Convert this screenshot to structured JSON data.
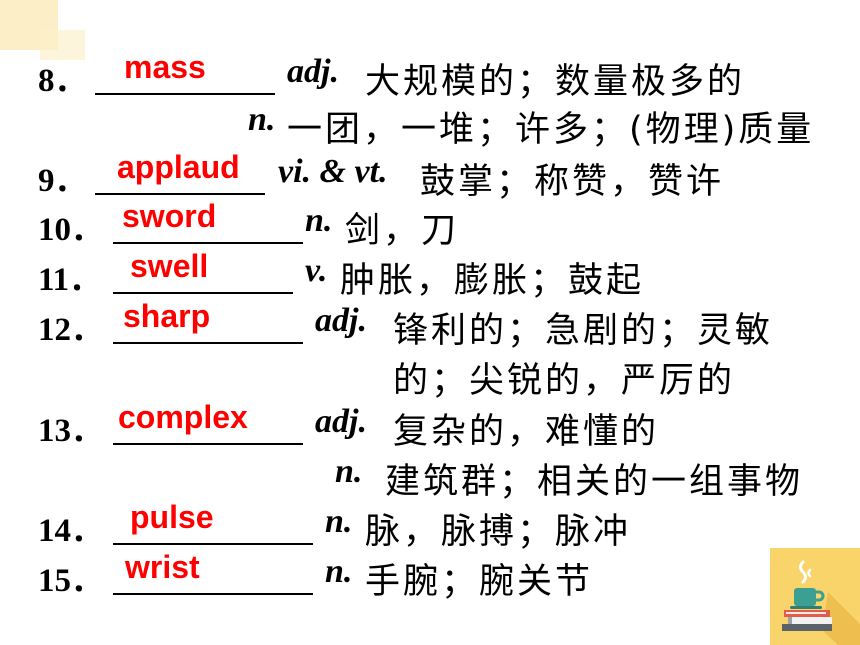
{
  "slide": {
    "items": [
      {
        "number": "8．",
        "answer": "mass",
        "lines": [
          {
            "pos": "adj.",
            "meaning": "大规模的；数量极多的"
          },
          {
            "pos": "n.",
            "meaning": "一团，一堆；许多；(物理)质量"
          }
        ]
      },
      {
        "number": "9．",
        "answer": "applaud",
        "lines": [
          {
            "pos": "vi. & vt.",
            "meaning": "鼓掌；称赞，赞许"
          }
        ]
      },
      {
        "number": "10．",
        "answer": "sword",
        "lines": [
          {
            "pos": "n.",
            "meaning": "剑，刀"
          }
        ]
      },
      {
        "number": "11．",
        "answer": "swell",
        "lines": [
          {
            "pos": "v.",
            "meaning": "肿胀，膨胀；鼓起"
          }
        ]
      },
      {
        "number": "12．",
        "answer": "sharp",
        "lines": [
          {
            "pos": "adj.",
            "meaning": "锋利的；急剧的；灵敏"
          },
          {
            "meaning": "的；尖锐的，严厉的"
          }
        ]
      },
      {
        "number": "13．",
        "answer": "complex",
        "lines": [
          {
            "pos": "adj.",
            "meaning": "复杂的，难懂的"
          },
          {
            "pos": "n.",
            "meaning": "建筑群；相关的一组事物"
          }
        ]
      },
      {
        "number": "14．",
        "answer": "pulse",
        "lines": [
          {
            "pos": "n.",
            "meaning": "脉，脉搏；脉冲"
          }
        ]
      },
      {
        "number": "15．",
        "answer": "wrist",
        "lines": [
          {
            "pos": "n.",
            "meaning": "手腕；腕关节"
          }
        ]
      }
    ]
  },
  "colors": {
    "background": "#ffffff",
    "text": "#000000",
    "answer": "#ff0000",
    "corner_badge": "#f8d46a",
    "corner_squares": "#fcefc8"
  },
  "icons": {
    "corner_badge_icon": "coffee-cup-on-books-icon",
    "top_left_decoration": "yellow-squares-decoration"
  }
}
